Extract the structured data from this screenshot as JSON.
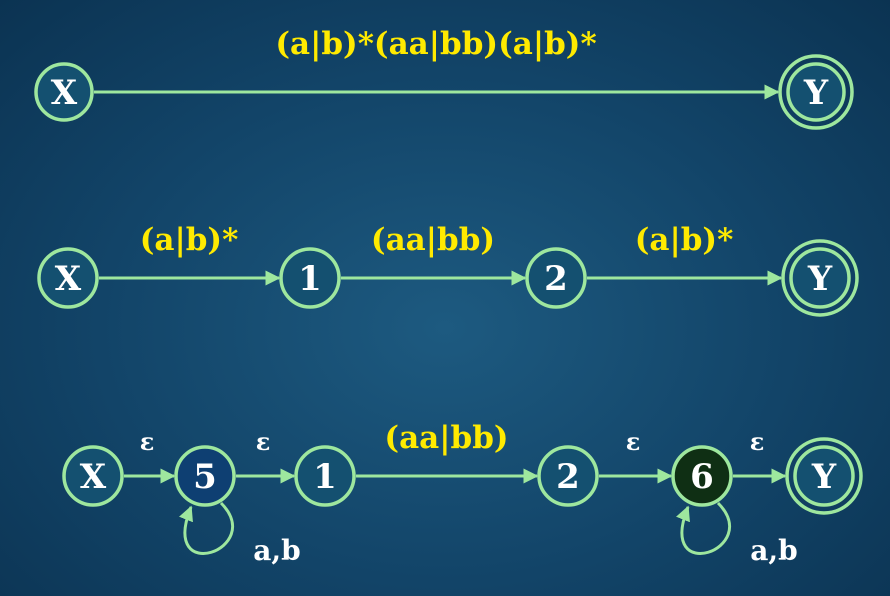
{
  "rows": [
    {
      "states": [
        {
          "id": "X",
          "label": "X",
          "accepting": false
        },
        {
          "id": "Y",
          "label": "Y",
          "accepting": true
        }
      ],
      "edges": [
        {
          "from": "X",
          "to": "Y",
          "label": "(a|b)*(aa|bb)(a|b)*",
          "style": "regex"
        }
      ]
    },
    {
      "states": [
        {
          "id": "X",
          "label": "X",
          "accepting": false
        },
        {
          "id": "1",
          "label": "1",
          "accepting": false
        },
        {
          "id": "2",
          "label": "2",
          "accepting": false
        },
        {
          "id": "Y",
          "label": "Y",
          "accepting": true
        }
      ],
      "edges": [
        {
          "from": "X",
          "to": "1",
          "label": "(a|b)*",
          "style": "regex"
        },
        {
          "from": "1",
          "to": "2",
          "label": "(aa|bb)",
          "style": "regex"
        },
        {
          "from": "2",
          "to": "Y",
          "label": "(a|b)*",
          "style": "regex"
        }
      ]
    },
    {
      "states": [
        {
          "id": "X",
          "label": "X",
          "accepting": false
        },
        {
          "id": "5",
          "label": "5",
          "accepting": false,
          "fill": "#0e3f72"
        },
        {
          "id": "1",
          "label": "1",
          "accepting": false
        },
        {
          "id": "2",
          "label": "2",
          "accepting": false
        },
        {
          "id": "6",
          "label": "6",
          "accepting": false,
          "fill": "#0f2f14"
        },
        {
          "id": "Y",
          "label": "Y",
          "accepting": true
        }
      ],
      "edges": [
        {
          "from": "X",
          "to": "5",
          "label": "ε",
          "style": "symbol"
        },
        {
          "from": "5",
          "to": "1",
          "label": "ε",
          "style": "symbol"
        },
        {
          "from": "1",
          "to": "2",
          "label": "(aa|bb)",
          "style": "regex"
        },
        {
          "from": "2",
          "to": "6",
          "label": "ε",
          "style": "symbol"
        },
        {
          "from": "6",
          "to": "Y",
          "label": "ε",
          "style": "symbol"
        }
      ],
      "loops": [
        {
          "state": "5",
          "label": "a,b"
        },
        {
          "state": "6",
          "label": "a,b"
        }
      ]
    }
  ],
  "colors": {
    "edge": "#9ee79e",
    "state_fill": "#145070",
    "regex_label": "#ffea00",
    "symbol_label": "#ffffff"
  }
}
